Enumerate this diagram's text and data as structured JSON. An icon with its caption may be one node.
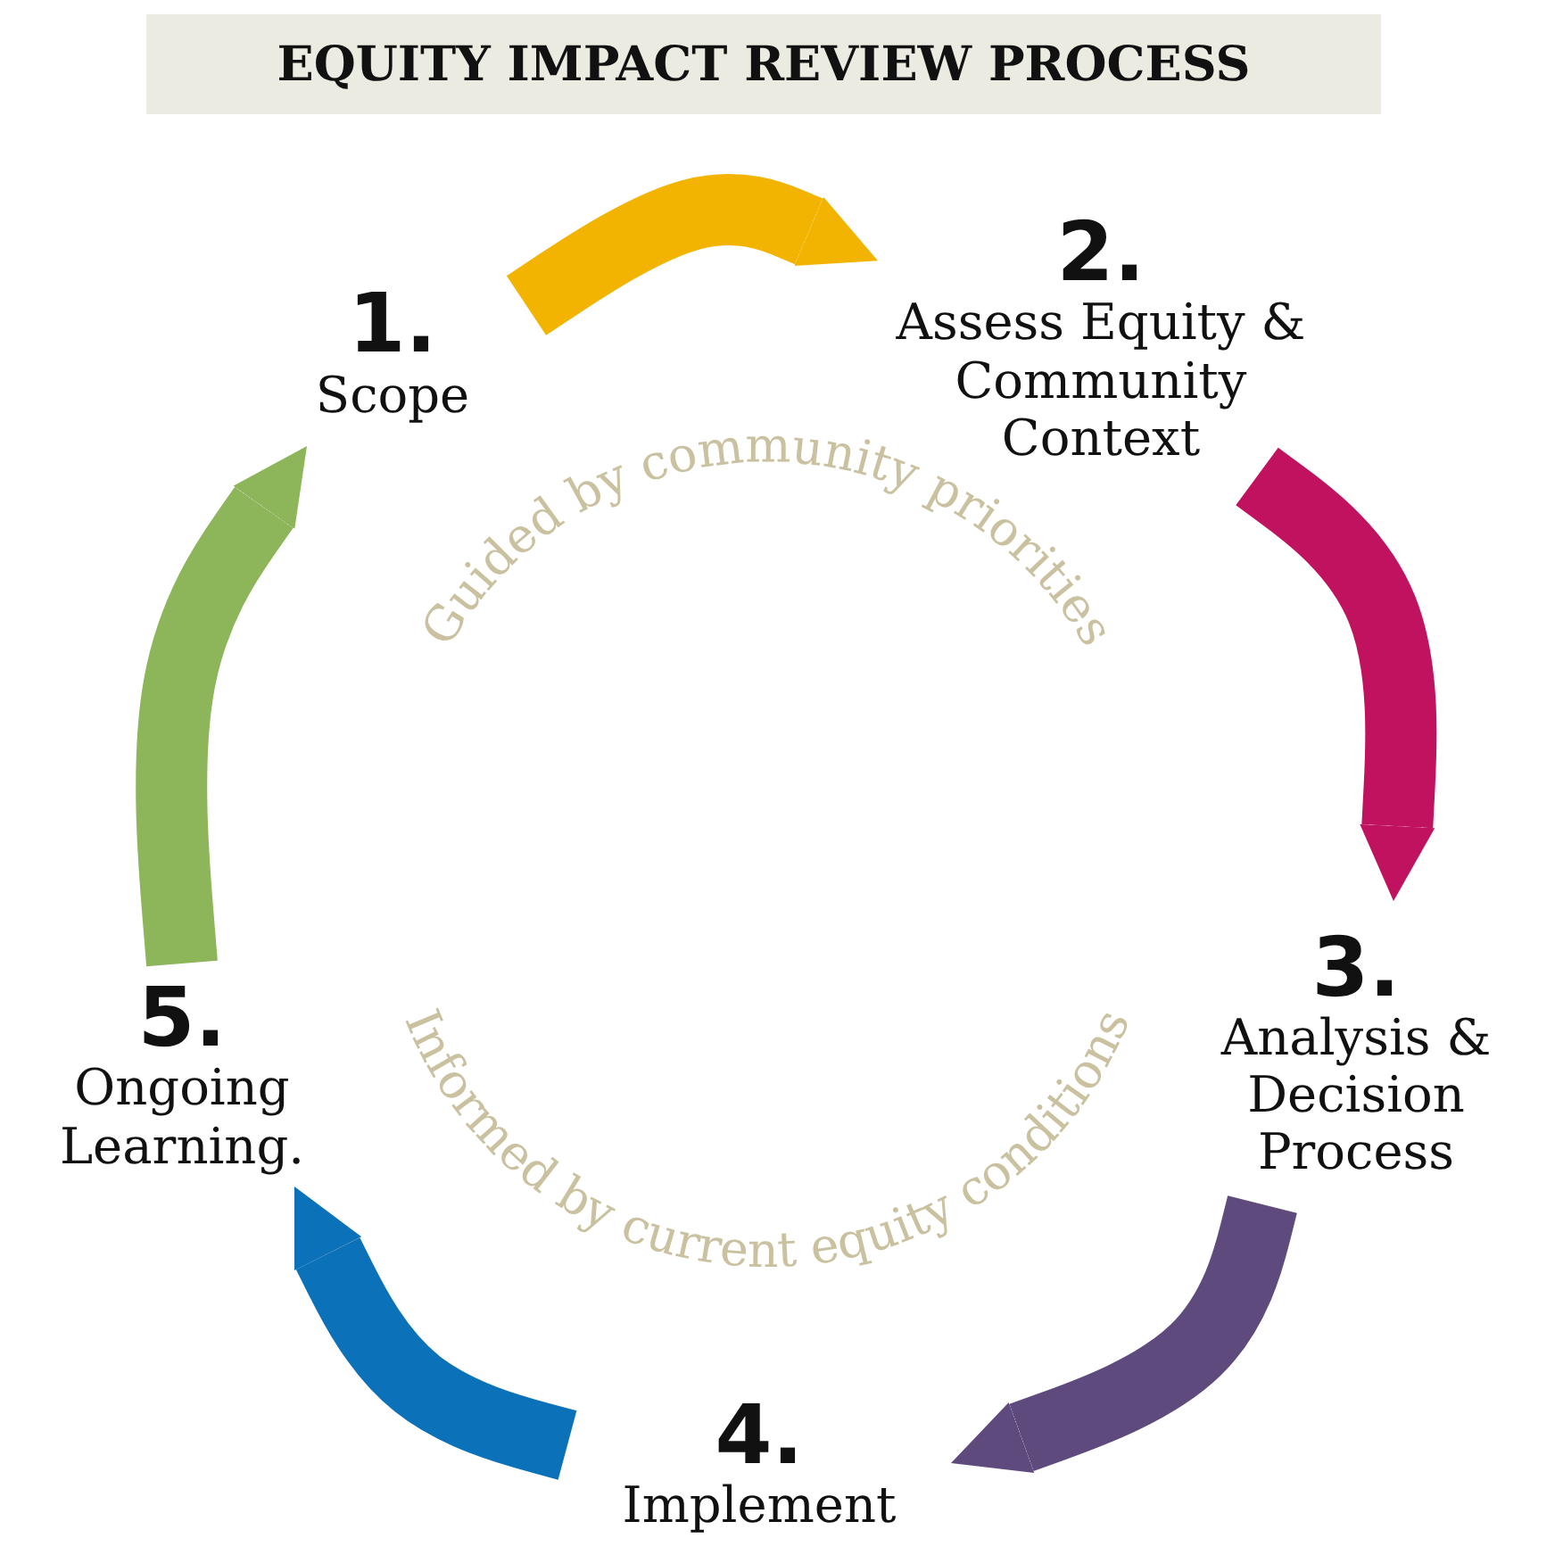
{
  "diagram": {
    "title": "EQUITY IMPACT REVIEW PROCESS",
    "nodes": [
      {
        "text": [
          "1.",
          "Scope"
        ]
      },
      {
        "text": [
          "2.",
          "Assess Equity & Community Context"
        ]
      },
      {
        "text": [
          "3.",
          "Analysis & Decision Process"
        ]
      },
      {
        "text": [
          "4.",
          "Implement"
        ]
      },
      {
        "text": [
          "5.",
          "Ongoing Learning."
        ]
      }
    ],
    "edges": [
      {
        "from": 0,
        "to": 1,
        "arrow": "to",
        "color": "#f2b400"
      },
      {
        "from": 1,
        "to": 2,
        "arrow": "to",
        "color": "#c0125e"
      },
      {
        "from": 2,
        "to": 3,
        "arrow": "to",
        "color": "#5e4a7c"
      },
      {
        "from": 3,
        "to": 4,
        "arrow": "to",
        "color": "#0b72b9"
      },
      {
        "from": 4,
        "to": 0,
        "arrow": "to",
        "color": "#8db55a"
      }
    ],
    "labels": [
      "Guided by community priorities",
      "Informed by current equity conditions"
    ]
  }
}
